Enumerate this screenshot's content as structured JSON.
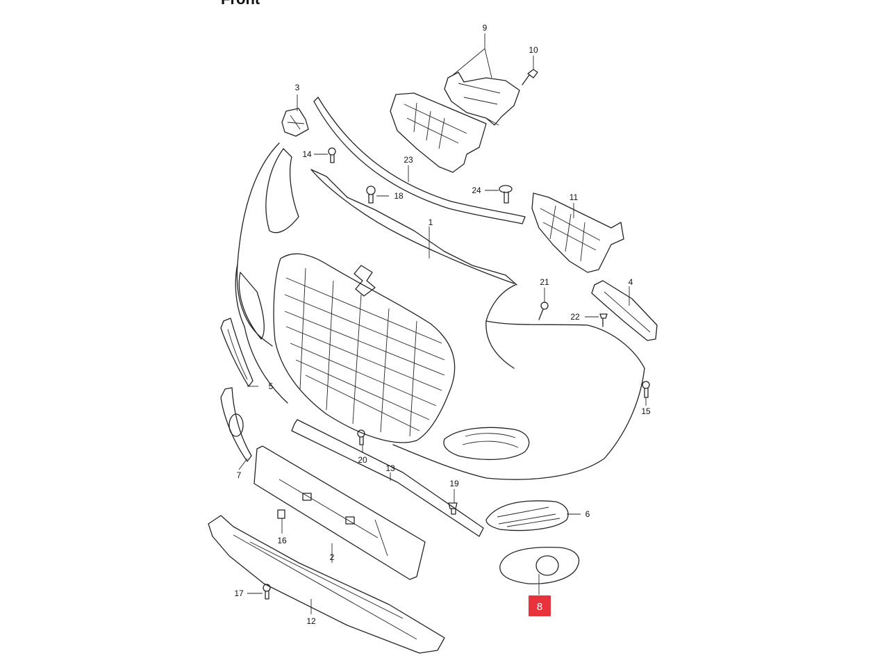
{
  "header_text": "Front",
  "callouts": [
    "1",
    "2",
    "3",
    "4",
    "5",
    "6",
    "7",
    "8",
    "9",
    "10",
    "11",
    "12",
    "13",
    "14",
    "15",
    "16",
    "17",
    "18",
    "19",
    "20",
    "21",
    "22",
    "23",
    "24"
  ],
  "highlighted_callout": "8",
  "colors": {
    "highlight": "#e8333d",
    "line": "#222222",
    "background": "#ffffff"
  }
}
